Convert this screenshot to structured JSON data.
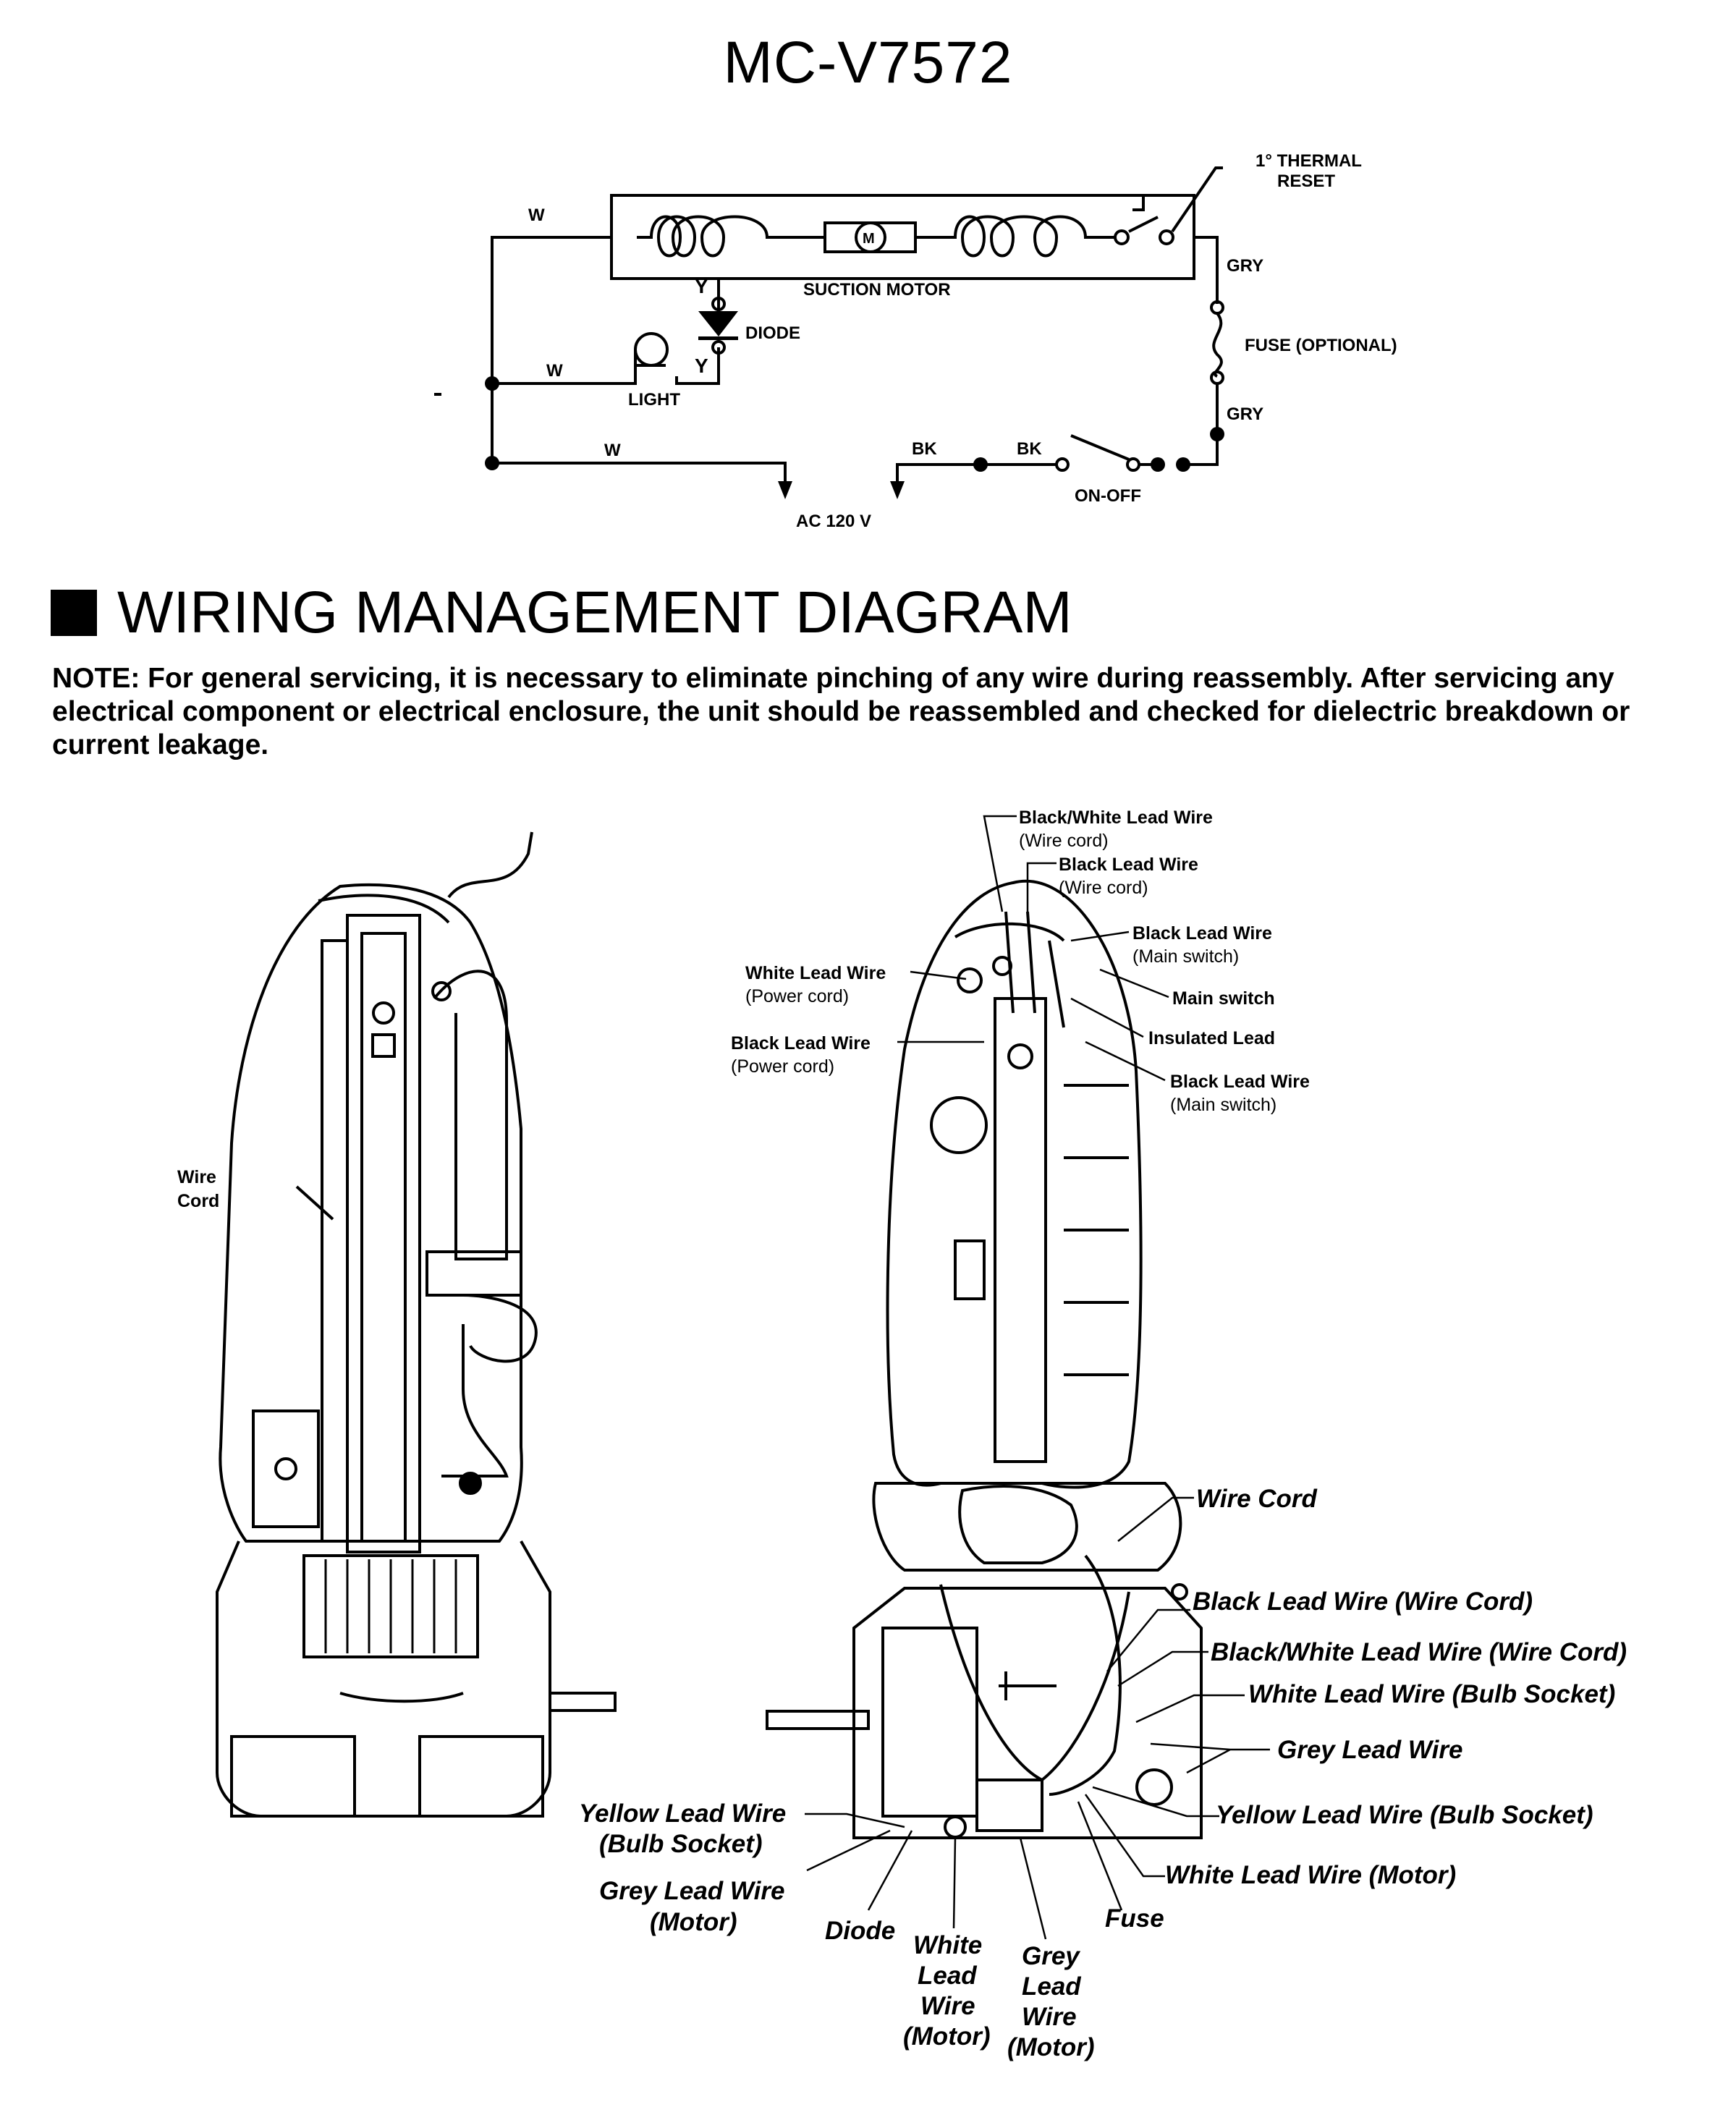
{
  "title": "MC-V7572",
  "schematic": {
    "labels": {
      "w_top": "W",
      "w_light": "W",
      "w_bottom": "W",
      "y_top": "Y",
      "y_light": "Y",
      "thermal_reset_1": "1° THERMAL",
      "thermal_reset_2": "RESET",
      "suction_motor": "SUCTION MOTOR",
      "motor_symbol": "M",
      "diode": "DIODE",
      "light": "LIGHT",
      "gry_top": "GRY",
      "fuse": "FUSE (OPTIONAL)",
      "gry_bottom": "GRY",
      "bk_left": "BK",
      "bk_right": "BK",
      "on_off": "ON-OFF",
      "ac": "AC 120 V"
    }
  },
  "section_heading": "WIRING MANAGEMENT DIAGRAM",
  "note": "NOTE:  For general servicing, it is necessary to eliminate pinching of any wire during reassembly. After servicing any electrical component or electrical enclosure, the unit should be reassembled and checked for dielectric breakdown or current leakage.",
  "left_view": {
    "wire_cord_1": "Wire",
    "wire_cord_2": "Cord"
  },
  "right_view_top": {
    "bw_lead_1": "Black/White Lead Wire",
    "bw_lead_2": "(Wire cord)",
    "black_lead_1": "Black Lead Wire",
    "black_lead_2": "(Wire cord)",
    "black_main_1": "Black Lead Wire",
    "black_main_2": "(Main switch)",
    "white_power_1": "White Lead Wire",
    "white_power_2": "(Power cord)",
    "main_switch": "Main switch",
    "black_power_1": "Black Lead Wire",
    "black_power_2": "(Power cord)",
    "insulated_lead": "Insulated Lead",
    "black_main2_1": "Black Lead Wire",
    "black_main2_2": "(Main switch)"
  },
  "right_view_bottom": {
    "wire_cord": "Wire Cord",
    "black_lead_wc": "Black Lead Wire (Wire Cord)",
    "bw_lead_wc": "Black/White Lead Wire (Wire Cord)",
    "white_bulb": "White Lead Wire (Bulb Socket)",
    "grey_lead": "Grey Lead Wire",
    "yellow_bulb_r": "Yellow Lead Wire (Bulb Socket)",
    "white_motor_r": "White Lead Wire (Motor)",
    "fuse": "Fuse",
    "yellow_bulb_l1": "Yellow Lead Wire",
    "yellow_bulb_l2": "(Bulb Socket)",
    "grey_motor_l1": "Grey Lead Wire",
    "grey_motor_l2": "(Motor)",
    "diode": "Diode",
    "white_motor_1": "White",
    "white_motor_2": "Lead",
    "white_motor_3": "Wire",
    "white_motor_4": "(Motor)",
    "grey_motor_1": "Grey",
    "grey_motor_2": "Lead",
    "grey_motor_3": "Wire",
    "grey_motor_4": "(Motor)"
  }
}
